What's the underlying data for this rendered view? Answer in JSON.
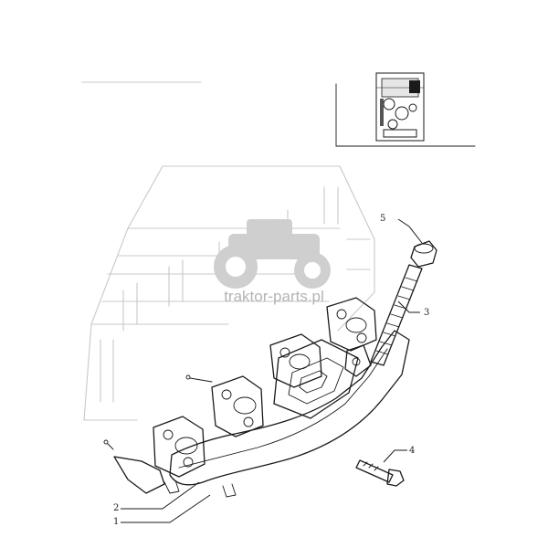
{
  "watermark": {
    "text": "traktor-parts.pl"
  },
  "callouts": [
    {
      "id": "1",
      "label": "1"
    },
    {
      "id": "2",
      "label": "2"
    },
    {
      "id": "3",
      "label": "3"
    },
    {
      "id": "4",
      "label": "4"
    },
    {
      "id": "5",
      "label": "5"
    }
  ],
  "parts": [
    {
      "name": "exhaust-manifold"
    },
    {
      "name": "manifold-gasket"
    },
    {
      "name": "stud"
    },
    {
      "name": "bolt"
    },
    {
      "name": "nut"
    }
  ]
}
